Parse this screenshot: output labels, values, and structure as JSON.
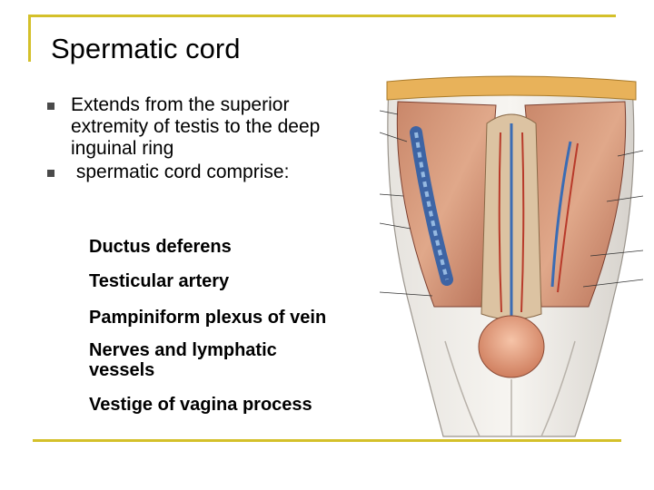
{
  "slide": {
    "title": "Spermatic cord",
    "bullets": [
      "Extends from the superior extremity of testis to the deep inguinal ring",
      " spermatic cord comprise:"
    ],
    "subitems": [
      "Ductus deferens",
      "Testicular artery",
      "Pampiniform plexus of vein",
      "Nerves and lymphatic",
      "vessels",
      "Vestige of vagina process"
    ]
  },
  "colors": {
    "frame": "#d4c02a",
    "bullet": "#4a4a4a"
  }
}
